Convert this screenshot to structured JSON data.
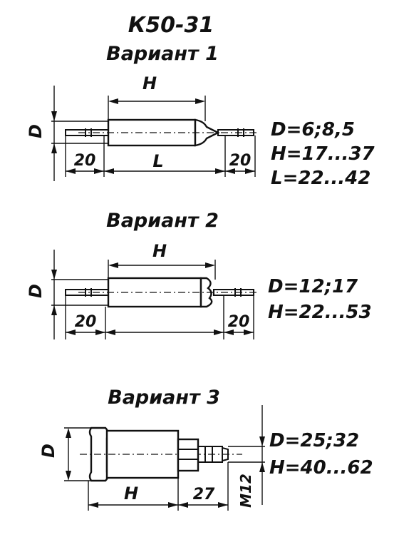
{
  "title": "К50-31",
  "variants": [
    {
      "heading": "Вариант 1",
      "dims": {
        "D": "D",
        "H": "H",
        "L": "L",
        "lead_left": "20",
        "lead_right": "20"
      },
      "specs": [
        "D=6;8,5",
        "H=17...37",
        "L=22...42"
      ]
    },
    {
      "heading": "Вариант 2",
      "dims": {
        "D": "D",
        "H": "H",
        "lead_left": "20",
        "lead_right": "20"
      },
      "specs": [
        "D=12;17",
        "H=22...53"
      ]
    },
    {
      "heading": "Вариант 3",
      "dims": {
        "D": "D",
        "H": "H",
        "terminal": "27",
        "thread": "M12"
      },
      "specs": [
        "D=25;32",
        "H=40...62"
      ]
    }
  ]
}
